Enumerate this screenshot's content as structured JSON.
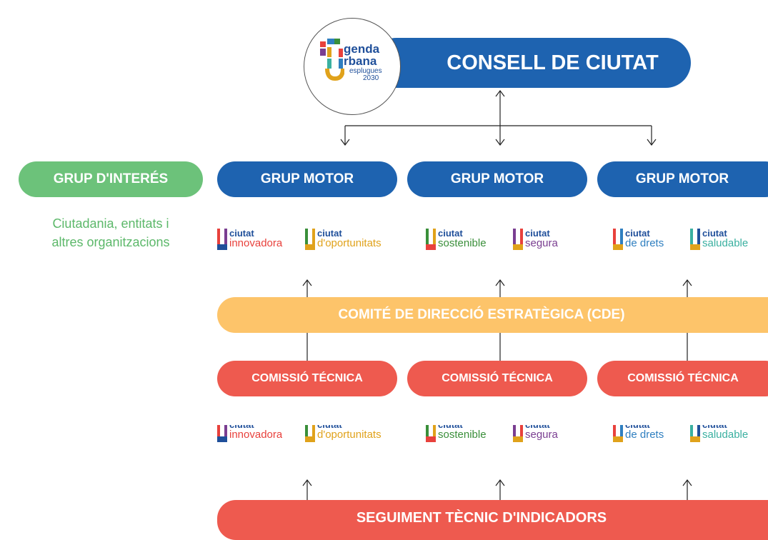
{
  "logo": {
    "line1": "genda",
    "line2": "rbana",
    "line3": "esplugues",
    "line4": "2030"
  },
  "council": {
    "label": "CONSELL DE CIUTAT"
  },
  "interest_group": {
    "label": "GRUP D'INTERÉS",
    "description_line1": "Ciutadania, entitats i",
    "description_line2": "altres organitzacions"
  },
  "motor_groups": [
    {
      "label": "GRUP MOTOR"
    },
    {
      "label": "GRUP MOTOR"
    },
    {
      "label": "GRUP MOTOR"
    }
  ],
  "badge_prefix": "ciutat",
  "badges": [
    {
      "name": "innovadora",
      "color": "#e8413c"
    },
    {
      "name": "d'oportunitats",
      "color": "#e0a21b"
    },
    {
      "name": "sostenible",
      "color": "#3a8f3a"
    },
    {
      "name": "segura",
      "color": "#7a3e91"
    },
    {
      "name": "de drets",
      "color": "#2f7fc0"
    },
    {
      "name": "saludable",
      "color": "#3ab0a0"
    }
  ],
  "cde": {
    "label": "COMITÉ DE DIRECCIÓ ESTRATÈGICA (CDE)"
  },
  "technical_commissions": [
    {
      "label": "COMISSIÓ TÉCNICA"
    },
    {
      "label": "COMISSIÓ TÉCNICA"
    },
    {
      "label": "COMISSIÓ TÉCNICA"
    }
  ],
  "tracking": {
    "label": "SEGUIMENT TÈCNIC D'INDICADORS"
  },
  "colors": {
    "blue": "#1e63b0",
    "green": "#6cc27a",
    "orange": "#fdc46a",
    "red": "#ee5a4f",
    "text_green": "#5cb86a"
  }
}
